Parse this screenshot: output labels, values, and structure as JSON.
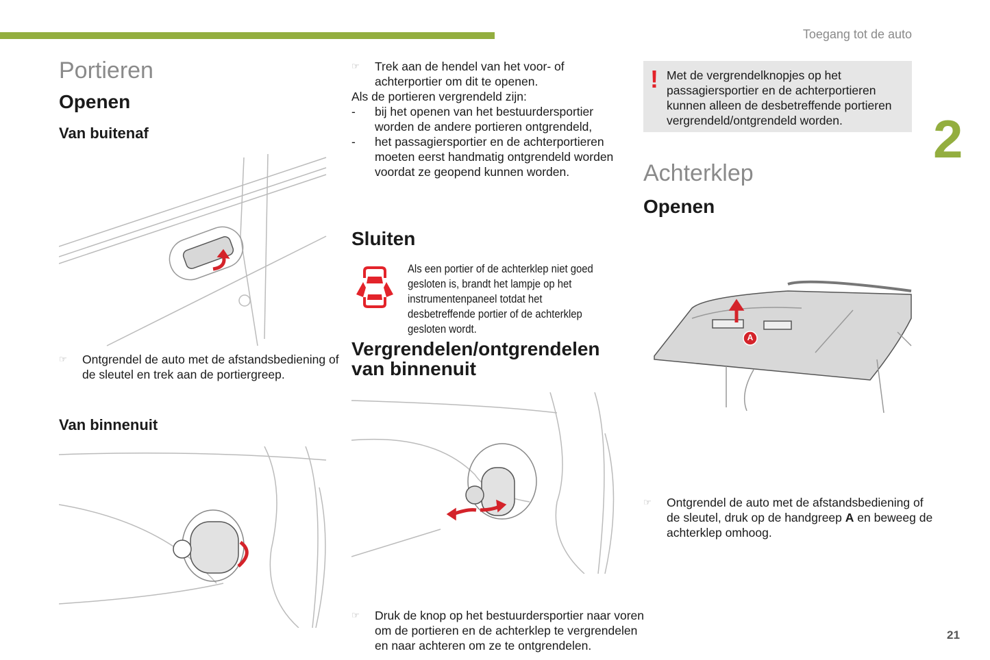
{
  "header": {
    "running_title": "Toegang tot de auto",
    "chapter_number": "2",
    "page_number": "21"
  },
  "col1": {
    "title": "Portieren",
    "subtitle": "Openen",
    "section_outside": "Van buitenaf",
    "outside_bullet": "Ontgrendel de auto met de afstandsbediening of de sleutel en trek aan de portiergreep.",
    "section_inside": "Van binnenuit"
  },
  "col2": {
    "bullet_open": "Trek aan de hendel van het voor- of achterportier om dit te openen.",
    "locked_intro": "Als de portieren vergrendeld zijn:",
    "dash_items": [
      "bij het openen van het bestuurdersportier worden de andere portieren ontgrendeld,",
      "het passagiersportier en de achterportieren moeten eerst handmatig ontgrendeld worden voordat ze geopend kunnen worden."
    ],
    "closing_title": "Sluiten",
    "closing_text": "Als een portier of de achterklep niet goed gesloten is, brandt het lampje op het instrumentenpaneel totdat het desbetreffende portier of de achterklep gesloten wordt.",
    "lock_title": "Vergrendelen/ontgrendelen van binnenuit",
    "lock_bullet": "Druk de knop op het bestuurdersportier naar voren om de portieren en de achterklep te vergrendelen en naar achteren om ze te ontgrendelen."
  },
  "col3": {
    "warning_text": "Met de vergrendelknopjes op het passagiersportier en de achterportieren kunnen alleen de desbetreffende portieren vergrendeld/ontgrendeld worden.",
    "warning_mark": "!",
    "title": "Achterklep",
    "subtitle": "Openen",
    "label_a": "A",
    "bullet_pre": "Ontgrendel de auto met de afstandsbediening of de sleutel, druk op de handgreep ",
    "bullet_bold": "A",
    "bullet_post": " en beweeg de achterklep omhoog."
  },
  "icons": {
    "bullet": "pointing-hand-icon",
    "dash": "-"
  },
  "colors": {
    "accent": "#93ae3f",
    "warning": "#e3232a",
    "warning_bg": "#e6e6e6"
  }
}
